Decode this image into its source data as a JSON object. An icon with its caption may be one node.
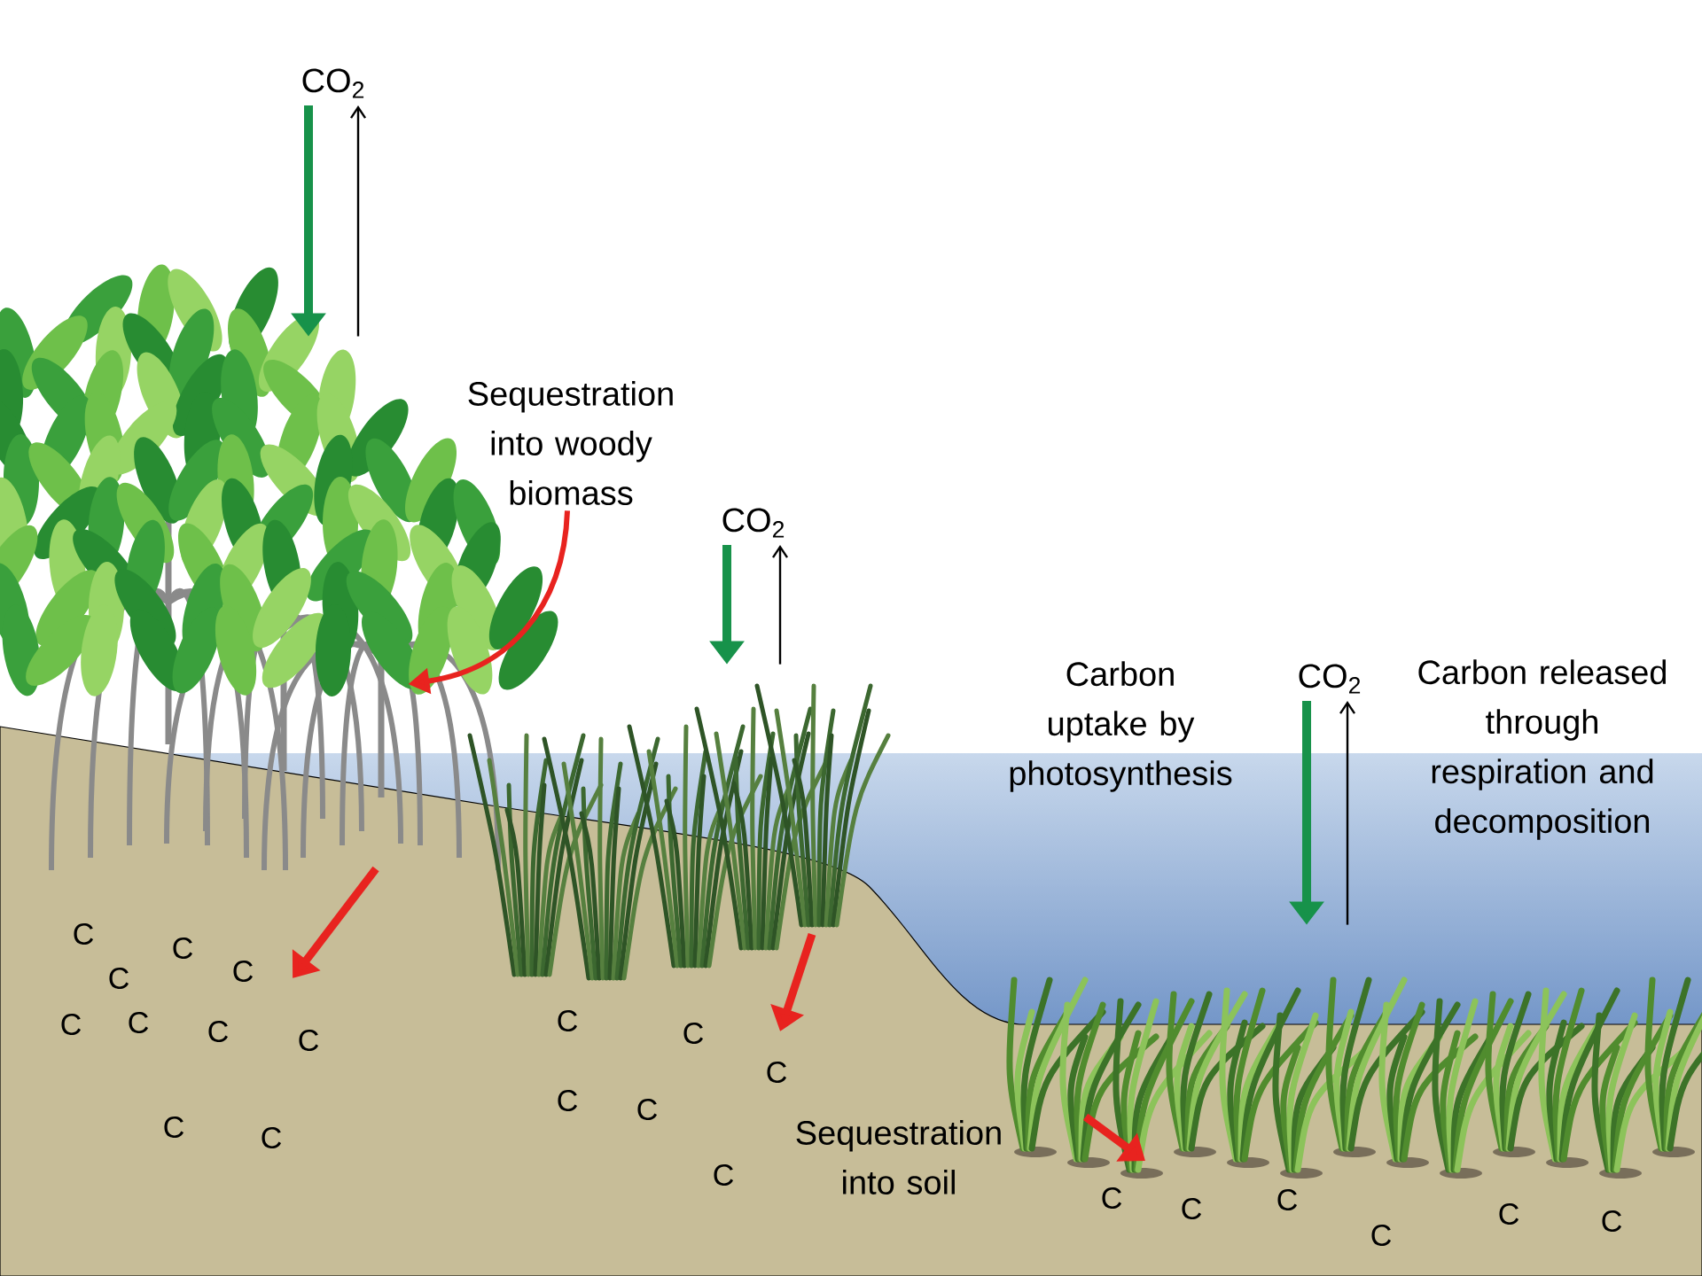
{
  "diagram": {
    "nodes": [
      {
        "text": [
          "CO$_{2}$"
        ]
      },
      {
        "text": [],
        "shape": "picture"
      },
      {
        "text": [
          "Sequestration into woody biomass"
        ]
      },
      {
        "text": [
          "CO$_{2}$"
        ]
      },
      {
        "text": [],
        "shape": "picture"
      },
      {
        "text": [
          "CO$_{2}$"
        ]
      },
      {
        "text": [],
        "shape": "picture"
      }
    ],
    "edges": [
      {
        "from": 0,
        "to": 1,
        "arrow": "to",
        "color": "#17924a"
      },
      {
        "from": 1,
        "to": 0,
        "arrow": "to",
        "color": "#000000"
      },
      {
        "from": 2,
        "to": 1,
        "arrow": "to",
        "color": "#e8231f"
      },
      {
        "from": 1,
        "to": null,
        "arrow": "to",
        "color": "#e8231f"
      },
      {
        "from": 3,
        "to": 4,
        "arrow": "to",
        "color": "#17924a"
      },
      {
        "from": 4,
        "to": 3,
        "arrow": "to",
        "color": "#000000"
      },
      {
        "from": 4,
        "to": null,
        "arrow": "to",
        "color": "#e8231f"
      },
      {
        "from": 5,
        "to": 6,
        "arrow": "to",
        "color": "#17924a"
      },
      {
        "from": 6,
        "to": 5,
        "arrow": "to",
        "color": "#000000"
      },
      {
        "from": 6,
        "to": null,
        "arrow": "to",
        "color": "#e8231f"
      }
    ],
    "labels": [
      "Carbon uptake by photosynthesis",
      "Carbon released through respiration and decomposition",
      "C",
      "C",
      "C",
      "C",
      "C",
      "C",
      "C",
      "C",
      "C",
      "C",
      "C",
      "C",
      "C",
      "C",
      "C",
      "C",
      "Sequestration into soil",
      "C",
      "C",
      "C",
      "C",
      "C",
      "C"
    ]
  }
}
